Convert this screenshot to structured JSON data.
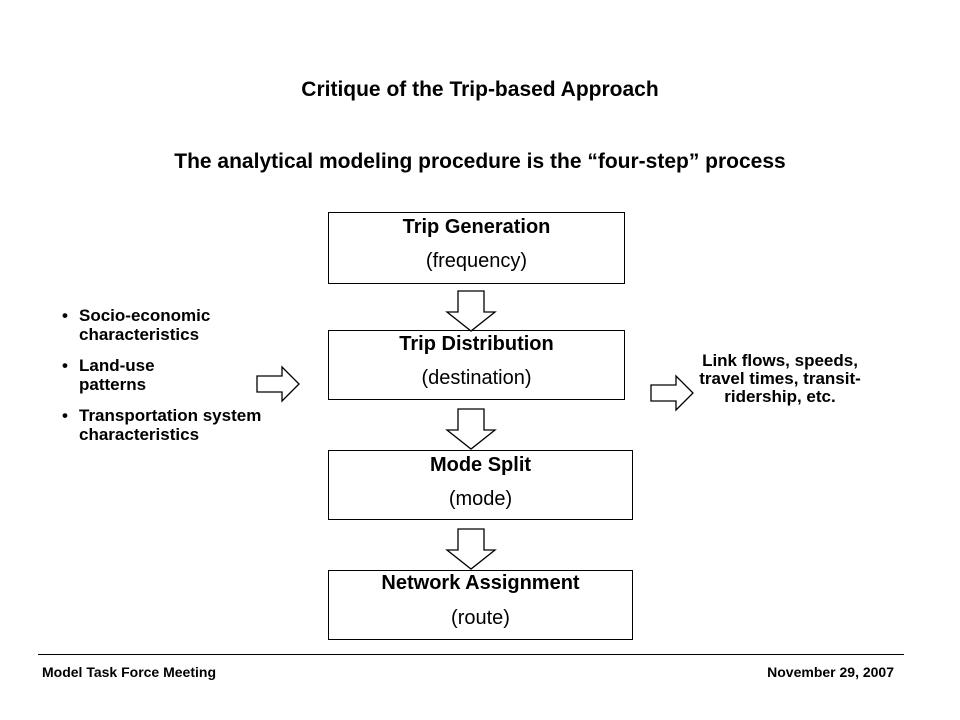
{
  "header": {
    "title": "Critique of the Trip-based Approach",
    "subtitle": "The analytical modeling procedure is the “four-step” process"
  },
  "steps": [
    {
      "name": "Trip Generation",
      "detail": "(frequency)"
    },
    {
      "name": "Trip Distribution",
      "detail": "(destination)"
    },
    {
      "name": "Mode Split",
      "detail": "(mode)"
    },
    {
      "name": "Network Assignment",
      "detail": "(route)"
    }
  ],
  "inputs": {
    "bullet_glyph": "•",
    "items": [
      "Socio-economic characteristics",
      "Land-use patterns",
      "Transportation system characteristics"
    ]
  },
  "outputs": {
    "text": "Link flows, speeds, travel times, transit-ridership, etc."
  },
  "footer": {
    "left": "Model Task Force Meeting",
    "right": "November 29, 2007"
  }
}
